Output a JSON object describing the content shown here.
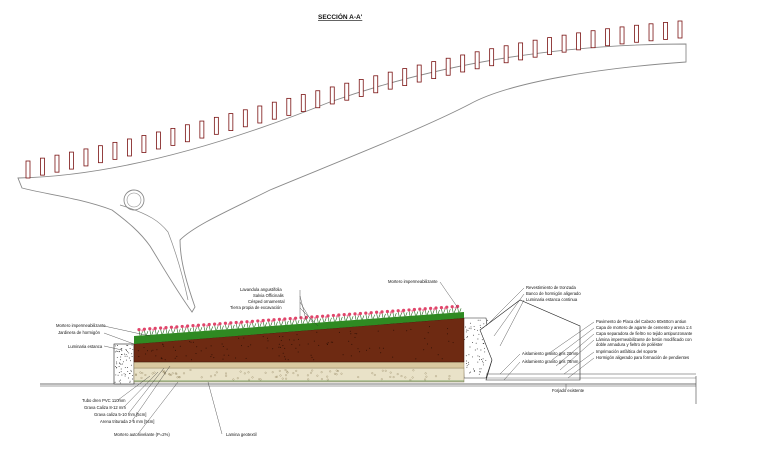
{
  "drawing": {
    "title": "SECCIÓN A-A'",
    "colors": {
      "canopy_outline": "#8a8a8a",
      "slat_stroke": "#7a1212",
      "green_layer": "#2f8a22",
      "soil_layer": "#6e2a12",
      "gravel_layer": "#d9c9a0",
      "drain_layer": "#e9e2c8",
      "flowers": "#e0456a",
      "leaf_line": "#1f6a1a",
      "stone_dots": "#222222",
      "ground_line": "#444444"
    },
    "labels": {
      "lavender": "Lavandula angustifolia",
      "salvia": "Salvia Officinalis",
      "grass": "Césped ornamental",
      "soil": "Tierra propia de excavación",
      "mortar_top": "Mortero impermeabilizante",
      "mortar_left": "Mortero impermeabilizante",
      "planter": "Jardinera de hormigón",
      "luminaire_left": "Luminaria estanca",
      "stone_cladding": "Revestimiento de tronzada",
      "concrete_bench": "Banco de hormigón aligerado",
      "luminaire_right": "Luminaria estanca continua",
      "paving": "Pavimento de Placa del Cabezo 60x60cm antiun",
      "mortar_layer": "Capa de mortero de agarre de cemento y arena 1:4",
      "fibre_separator": "Capa separadora de fieltro no tejido antipunzonante",
      "waterproof_sheet": "Lámina impermeabilizante de betún modificado con",
      "waterproof_sheet_2": "doble armadura y fieltro de poliéster",
      "insulation_20": "Aislamiento granito gris 20mm",
      "insulation_75": "Aislamiento granito gris 75mm",
      "asphalt_primer": "Imprimación asfáltica del soporte",
      "slope_concrete": "Hormigón aligerado para formación de pendientes",
      "existing_slab": "Forjado existente",
      "drain_pipe": "Tubo dren PVC 110mm",
      "gravel_12": "Grava Caliza 8-12 mm",
      "gravel_10": "Grava caliza 5-10 mm [5cm]",
      "crushed_sand": "Arena triturada 2-5 mm [5cm]",
      "self_levelling": "Mortero autonivelante (P=2%)",
      "geotextile": "Lamina geotextil"
    }
  }
}
